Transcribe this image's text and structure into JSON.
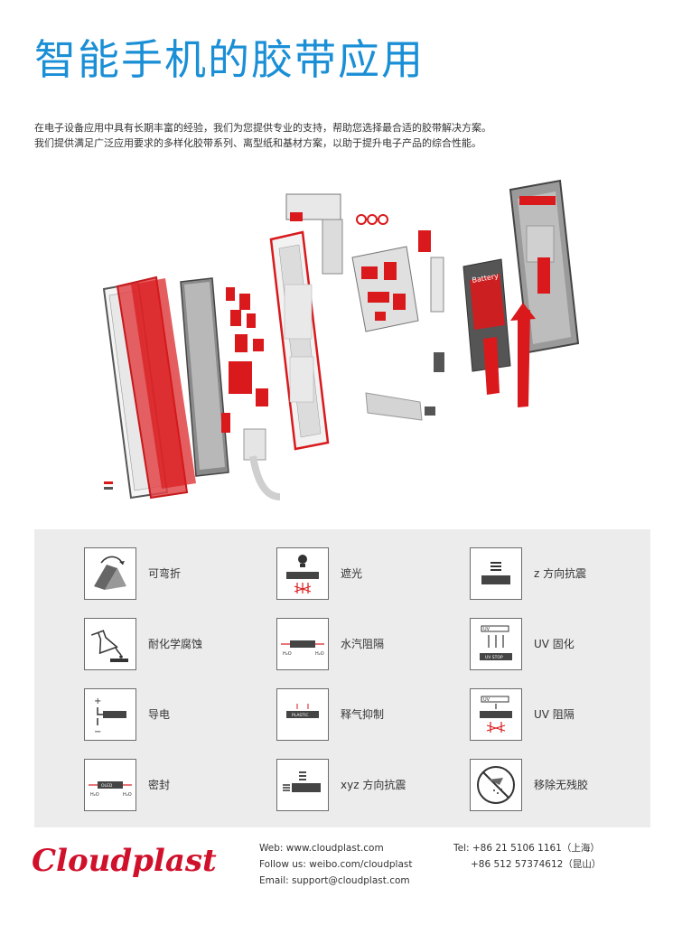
{
  "header": {
    "title": "智能手机的胶带应用",
    "intro_lines": [
      "在电子设备应用中具有长期丰富的经验，我们为您提供专业的支持，帮助您选择最合适的胶带解决方案。",
      "我们提供满足广泛应用要求的多样化胶带系列、离型纸和基材方案，以助于提升电子产品的综合性能。"
    ]
  },
  "illustration": {
    "battery_label": "Battery"
  },
  "features": [
    {
      "label": "可弯折",
      "icon": "bendable-icon"
    },
    {
      "label": "遮光",
      "icon": "light-blocking-icon"
    },
    {
      "label": "z 方向抗震",
      "icon": "z-shock-absorb-icon"
    },
    {
      "label": "耐化学腐蚀",
      "icon": "chemical-resistance-icon"
    },
    {
      "label": "水汽阻隔",
      "icon": "moisture-barrier-icon"
    },
    {
      "label": "UV 固化",
      "icon": "uv-curing-icon"
    },
    {
      "label": "导电",
      "icon": "conductive-icon"
    },
    {
      "label": "释气抑制",
      "icon": "outgassing-suppression-icon"
    },
    {
      "label": "UV 阻隔",
      "icon": "uv-blocking-icon"
    },
    {
      "label": "密封",
      "icon": "seal-icon"
    },
    {
      "label": "xyz 方向抗震",
      "icon": "xyz-shock-absorb-icon"
    },
    {
      "label": "移除无残胶",
      "icon": "residue-free-removal-icon"
    }
  ],
  "icon_text": {
    "h2o": "H₂O",
    "plastic": "PLASTIC",
    "oled": "OLED",
    "uv": "UV",
    "uv_stop": "UV STOP",
    "plus": "+",
    "minus": "−"
  },
  "footer": {
    "brand": "Cloudplast",
    "web": "Web: www.cloudplast.com",
    "follow": "Follow us: weibo.com/cloudplast",
    "email": "Email: support@cloudplast.com",
    "tel1": "Tel: +86  21  5106 1161（上海）",
    "tel2": "+86  512  57374612（昆山）"
  },
  "colors": {
    "title_blue": "#1a8fd6",
    "brand_red": "#d0112b",
    "panel_gray": "#ececec",
    "tape_red": "#d9191c"
  }
}
